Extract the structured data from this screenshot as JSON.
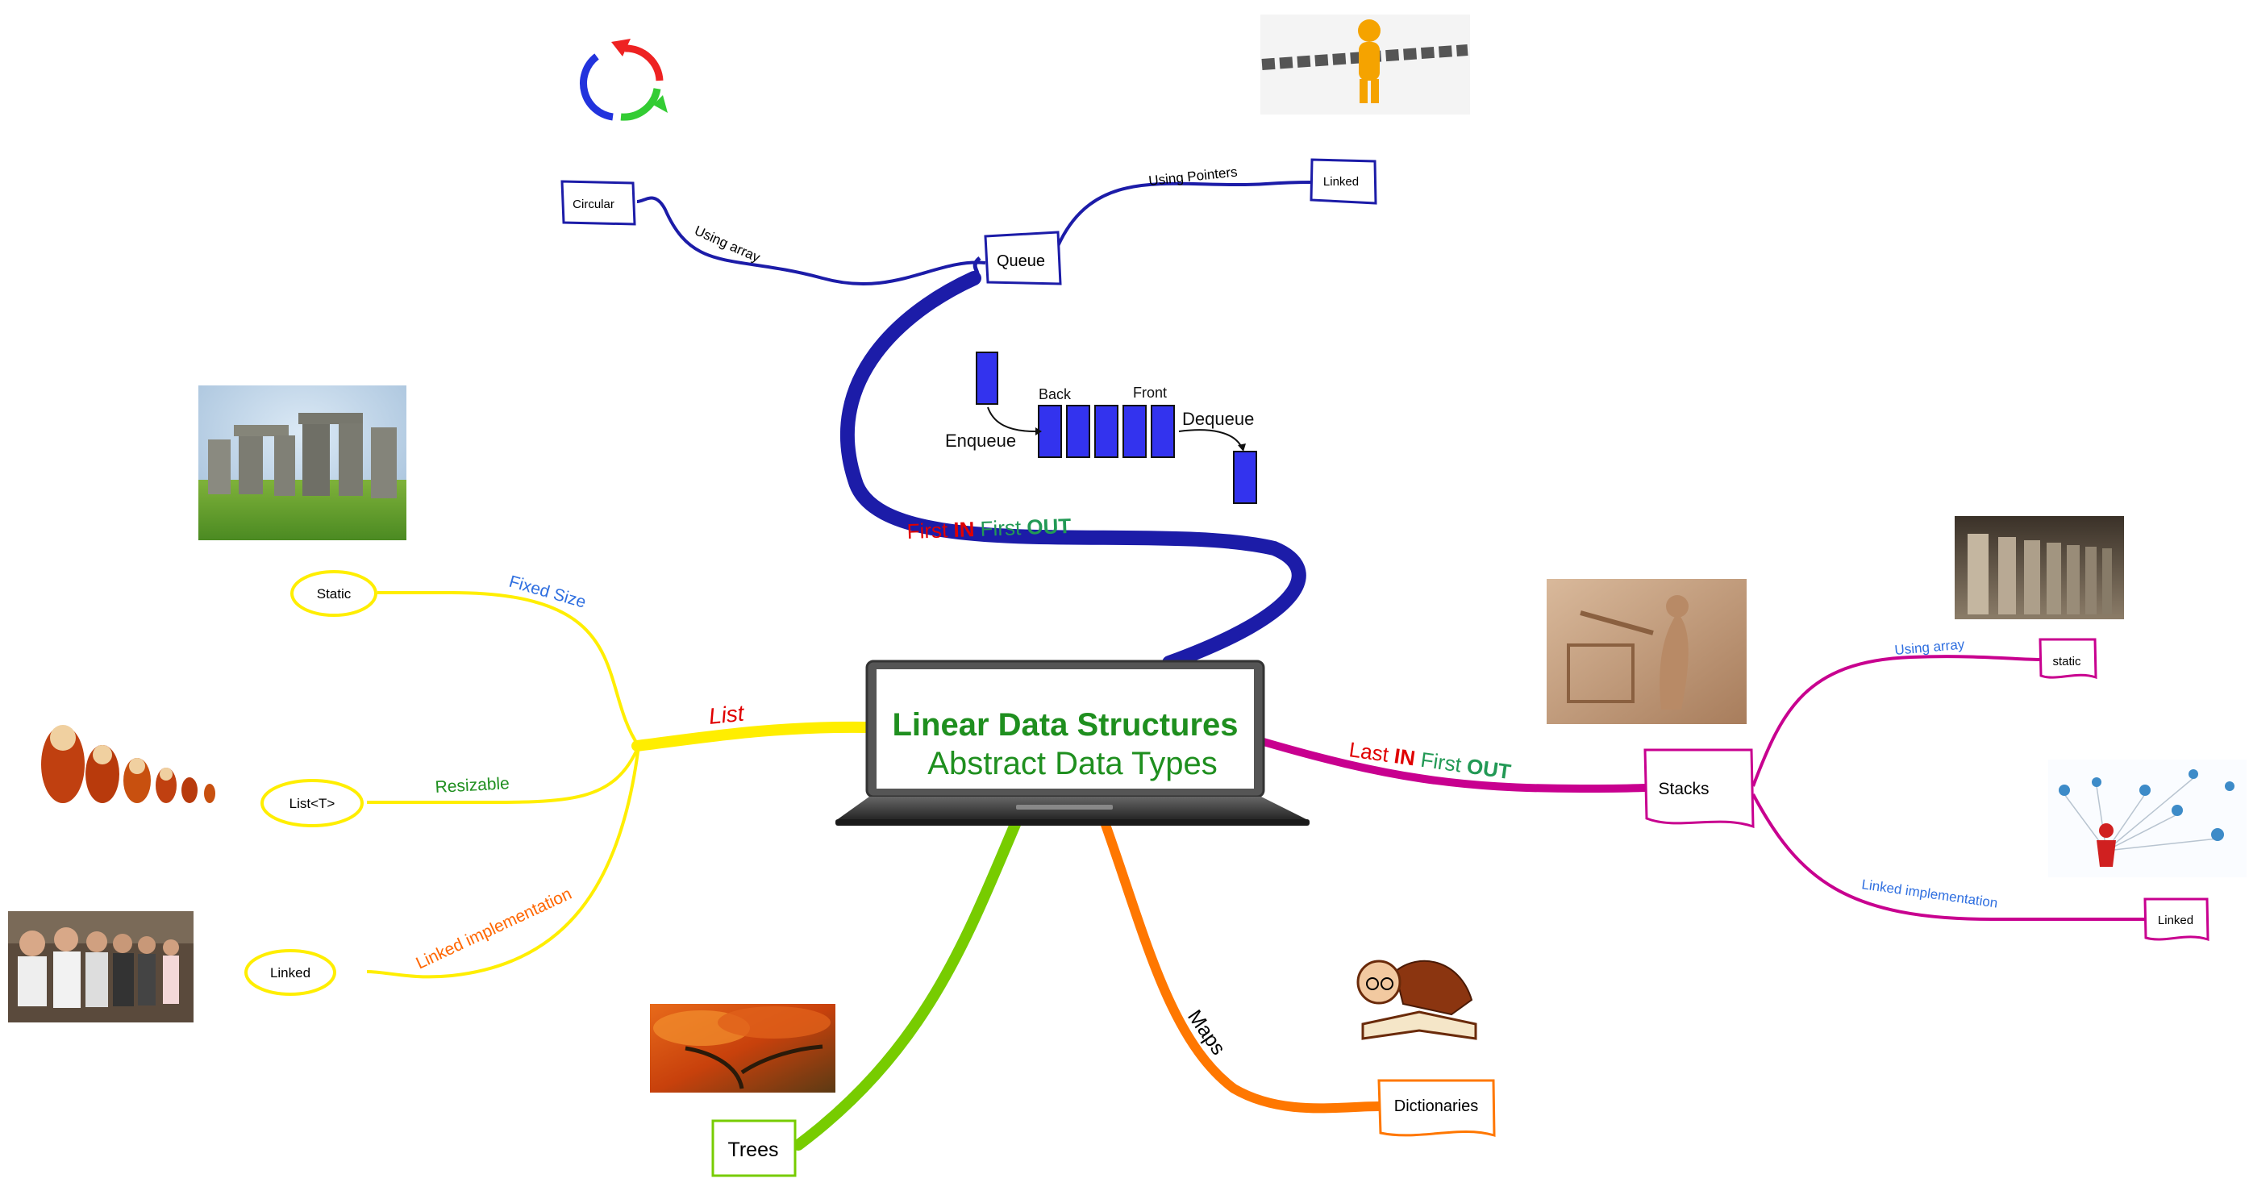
{
  "center": {
    "title": "Linear Data Structures",
    "subtitle": "Abstract Data Types"
  },
  "colors": {
    "queue": "#1c1ca8",
    "list": "#ffee00",
    "stack": "#c8008f",
    "trees": "#77cc00",
    "maps": "#ff7700",
    "title_green": "#1f8f1f",
    "red": "#e00000",
    "teal": "#229955",
    "blue_text": "#2f6fe0"
  },
  "queue": {
    "label_parts": [
      "First ",
      "IN",
      " First ",
      "OUT"
    ],
    "node": "Queue",
    "branch_left": "Using array",
    "node_left": "Circular",
    "branch_right": "Using Pointers",
    "node_right": "Linked",
    "diagram": {
      "back": "Back",
      "front": "Front",
      "enqueue": "Enqueue",
      "dequeue": "Dequeue"
    }
  },
  "list": {
    "label": "List",
    "branches": [
      {
        "branch": "Fixed Size",
        "node": "Static",
        "color": "#2f6fe0"
      },
      {
        "branch": "Resizable",
        "node": "List<T>",
        "color": "#1f8f1f"
      },
      {
        "branch": "Linked implementation",
        "node": "Linked",
        "color": "#ff6600"
      }
    ]
  },
  "stack": {
    "label_parts": [
      "Last ",
      "IN",
      " First ",
      "OUT"
    ],
    "node": "Stacks",
    "branches": [
      {
        "branch": "Using array",
        "node": "static"
      },
      {
        "branch": "Linked implementation",
        "node": "Linked"
      }
    ]
  },
  "trees": {
    "node": "Trees"
  },
  "maps": {
    "label": "Maps",
    "node": "Dictionaries"
  },
  "images": [
    "circular-arrows-icon",
    "chain-figure-image",
    "stonehenge-photo",
    "nesting-dolls-photo",
    "people-line-photo",
    "stone-relief-photo",
    "columns-photo",
    "network-people-image",
    "reading-person-icon",
    "maple-tree-photo"
  ]
}
